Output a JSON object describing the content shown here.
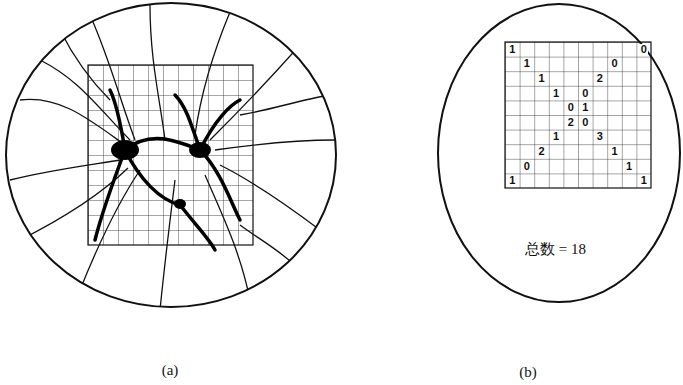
{
  "diagram": {
    "nodes": [
      {
        "text": [
          "总数 = 18"
        ]
      }
    ],
    "labels": [
      "1",
      "0",
      "1",
      "0",
      "1",
      "2",
      "1",
      "0",
      "0",
      "1",
      "2",
      "0",
      "1",
      "3",
      "2",
      "1",
      "0",
      "1",
      "1",
      "1",
      "(a)",
      "(b)"
    ]
  }
}
